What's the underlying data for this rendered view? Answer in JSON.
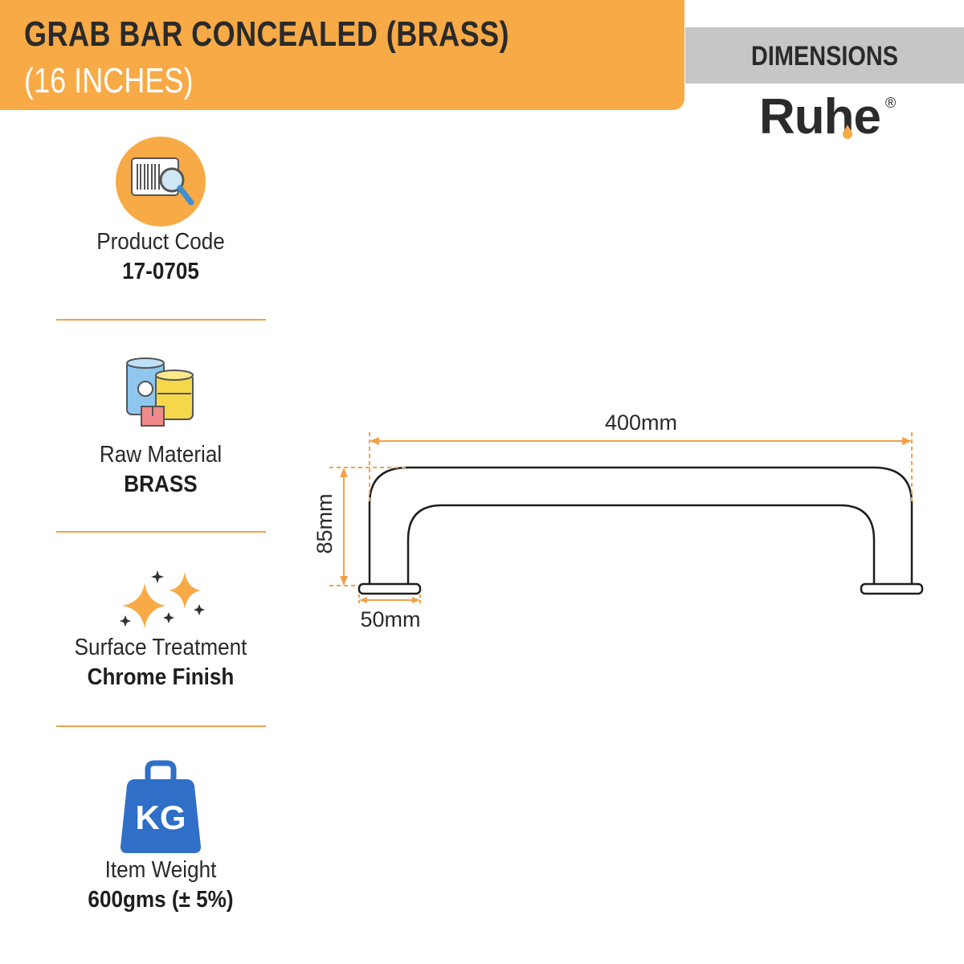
{
  "header": {
    "title": "GRAB BAR CONCEALED (BRASS)",
    "subtitle": "(16 INCHES)"
  },
  "dimensions_label": "DIMENSIONS",
  "brand": {
    "name": "Ruhe",
    "registered_mark": "®"
  },
  "specs": {
    "product_code": {
      "label": "Product Code",
      "value": "17-0705",
      "icon": "barcode-search-icon"
    },
    "raw_material": {
      "label": "Raw Material",
      "value": "BRASS",
      "icon": "materials-icon"
    },
    "surface_treatment": {
      "label": "Surface Treatment",
      "value": "Chrome Finish",
      "icon": "sparkles-icon"
    },
    "item_weight": {
      "label": "Item Weight",
      "value": "600gms (± 5%)",
      "icon": "weight-icon",
      "icon_text": "KG"
    }
  },
  "drawing": {
    "width": "400mm",
    "height": "85mm",
    "base": "50mm"
  },
  "colors": {
    "accent_orange": "#f7aa46",
    "banner_gray": "#c6c6c6",
    "dimension_line": "#f0a24a",
    "weight_blue": "#2f6fc7"
  }
}
